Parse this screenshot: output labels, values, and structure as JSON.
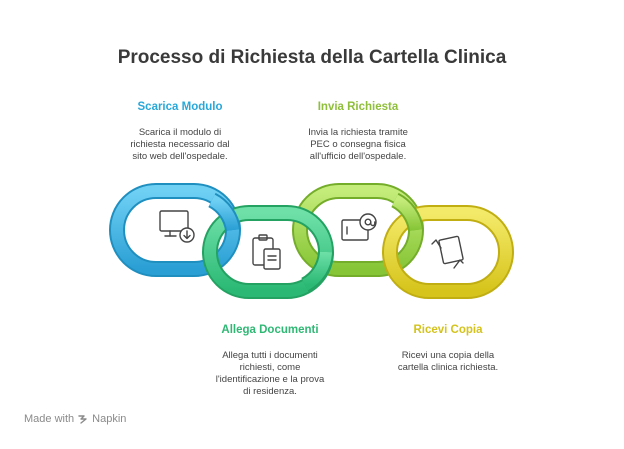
{
  "title": "Processo di Richiesta della Cartella Clinica",
  "colors": {
    "blue": "#3db5e6",
    "green": "#3fcf8e",
    "lime": "#9ed64a",
    "yellow": "#e6d62e"
  },
  "steps": [
    {
      "title": "Scarica Modulo",
      "color": "#28a8d9",
      "icon": "computer-download-icon",
      "desc": [
        "Scarica il modulo di",
        "richiesta necessario dal",
        "sito web dell'ospedale."
      ]
    },
    {
      "title": "Allega Documenti",
      "color": "#2fb874",
      "icon": "clipboard-document-icon",
      "desc": [
        "Allega tutti i documenti",
        "richiesti, come",
        "l'identificazione e la prova",
        "di residenza."
      ]
    },
    {
      "title": "Invia Richiesta",
      "color": "#8fbf3a",
      "icon": "email-at-icon",
      "desc": [
        "Invia la richiesta tramite",
        "PEC o consegna fisica",
        "all'ufficio dell'ospedale."
      ]
    },
    {
      "title": "Ricevi Copia",
      "color": "#d4c31c",
      "icon": "hand-document-icon",
      "desc": [
        "Ricevi una copia della",
        "cartella clinica richiesta."
      ]
    }
  ],
  "footer": {
    "made_with": "Made with",
    "brand": "Napkin"
  }
}
